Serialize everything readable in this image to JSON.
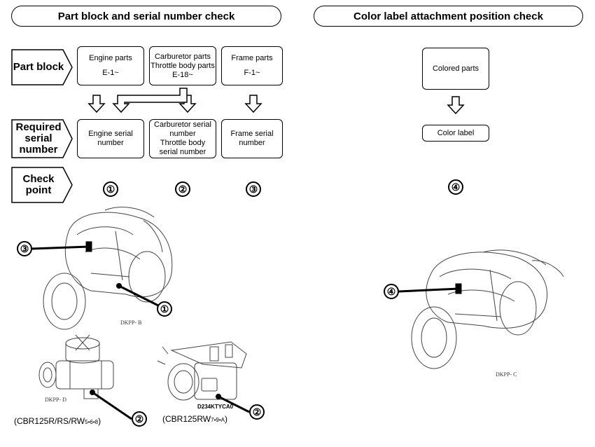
{
  "headers": {
    "left": "Part block and serial number check",
    "right": "Color label attachment position check"
  },
  "row_labels": {
    "part_block": [
      "Part block"
    ],
    "required_serial": [
      "Required",
      "serial",
      "number"
    ],
    "check_point": [
      "Check",
      "point"
    ]
  },
  "part_blocks": [
    {
      "lines": [
        "Engine parts",
        "",
        "E-1~"
      ]
    },
    {
      "lines": [
        "Carburetor parts",
        "Throttle body parts",
        "E-18~"
      ]
    },
    {
      "lines": [
        "Frame parts",
        "",
        "F-1~"
      ]
    }
  ],
  "serial_boxes": [
    {
      "lines": [
        "Engine serial",
        "number"
      ]
    },
    {
      "lines": [
        "Carburetor serial",
        "number",
        "Throttle body",
        "serial number"
      ]
    },
    {
      "lines": [
        "Frame serial",
        "number"
      ]
    }
  ],
  "check_points": [
    "①",
    "②",
    "③"
  ],
  "right_panel": {
    "colored_parts": "Colored parts",
    "color_label": "Color label",
    "check_point": "④"
  },
  "markers": {
    "m1": "①",
    "m2a": "②",
    "m2b": "②",
    "m3": "③",
    "m4": "④"
  },
  "captions": {
    "carb_model": "(CBR125R/RS/RW",
    "carb_model_sub": "5•6•8",
    "carb_model_end": ")",
    "throttle_model": "(CBR125RW",
    "throttle_model_sub": "7•9•A",
    "throttle_model_end": ")",
    "serial_sample": "D234KTYCA0",
    "ref_b": "DKPP- B",
    "ref_d": "DKPP- D",
    "ref_c": "DKPP- C"
  }
}
